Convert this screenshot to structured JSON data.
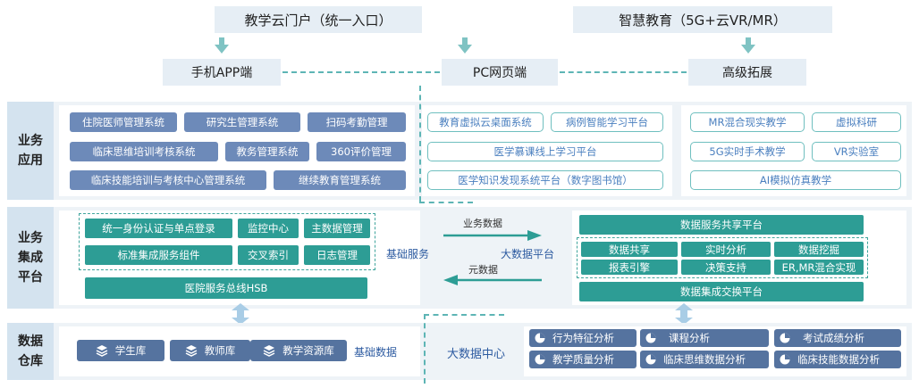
{
  "top": {
    "portal": "教学云门户（统一入口）",
    "smart": "智慧教育（5G+云VR/MR）",
    "mobile": "手机APP端",
    "pc": "PC网页端",
    "advanced": "高级拓展"
  },
  "layers": {
    "business": "业务应用",
    "integration": "业务集成平台",
    "warehouse": "数据仓库"
  },
  "business": {
    "left": [
      "住院医师管理系统",
      "研究生管理系统",
      "扫码考勤管理",
      "临床思维培训考核系统",
      "教务管理系统",
      "360评价管理",
      "临床技能培训与考核中心管理系统",
      "继续教育管理系统"
    ],
    "mid": [
      "教育虚拟云桌面系统",
      "病例智能学习平台",
      "医学慕课线上学习平台",
      "医学知识发现系统平台（数字图书馆）"
    ],
    "right": [
      "MR混合现实教学",
      "虚拟科研",
      "5G实时手术教学",
      "VR实验室",
      "AI模拟仿真教学"
    ]
  },
  "integration": {
    "basic": [
      "统一身份认证与单点登录",
      "监控中心",
      "主数据管理",
      "标准集成服务组件",
      "交叉索引",
      "日志管理"
    ],
    "hsb": "医院服务总线HSB",
    "basic_label": "基础服务",
    "flow_top": "业务数据",
    "flow_bottom": "元数据",
    "bigdata_label": "大数据平台",
    "share": "数据服务共享平台",
    "functions": [
      "数据共享",
      "实时分析",
      "数据挖掘",
      "报表引擎",
      "决策支持",
      "ER,MR混合实现"
    ],
    "exchange": "数据集成交换平台"
  },
  "warehouse": {
    "libs": [
      "学生库",
      "教师库",
      "教学资源库"
    ],
    "basic_label": "基础数据",
    "center_label": "大数据中心",
    "analytics": [
      "行为特征分析",
      "课程分析",
      "考试成绩分析",
      "教学质量分析",
      "临床思维数据分析",
      "临床技能数据分析"
    ]
  },
  "colors": {
    "band": "#eef3f7",
    "side": "#d4e3ef",
    "blue_button": "#6d8ab9",
    "teal": "#2d9d95",
    "outline": "#6fbfbf",
    "arrow": "#7fc3c3",
    "db_button": "#55739f"
  },
  "icons": [
    "down-arrow-icon",
    "double-arrow-icon",
    "stack-icon",
    "pie-chart-icon"
  ]
}
